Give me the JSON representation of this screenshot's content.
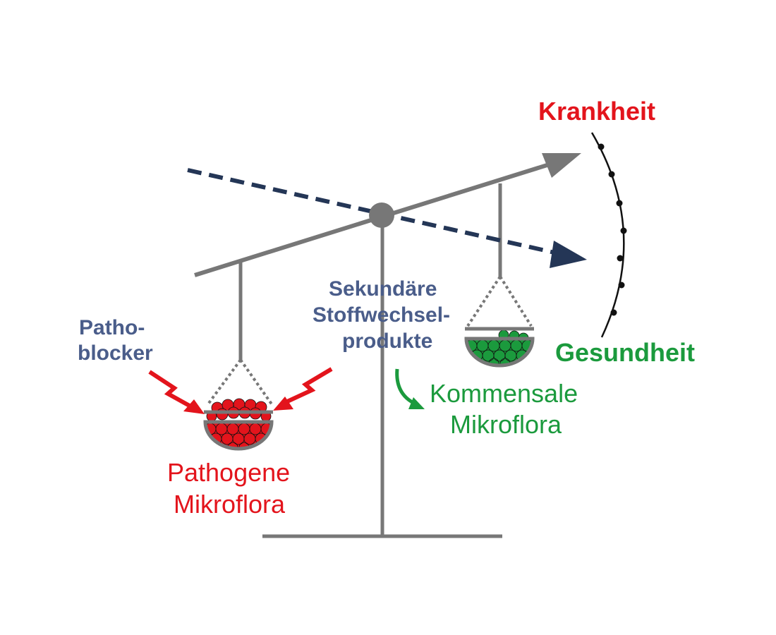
{
  "labels": {
    "disease": "Krankheit",
    "health": "Gesundheit",
    "pathoblocker_line1": "Patho-",
    "pathoblocker_line2": "blocker",
    "metabolites_line1": "Sekundäre",
    "metabolites_line2": "Stoffwechsel-",
    "metabolites_line3": "produkte",
    "commensal_line1": "Kommensale",
    "commensal_line2": "Mikroflora",
    "pathogenic_line1": "Pathogene",
    "pathogenic_line2": "Mikroflora"
  },
  "colors": {
    "red": "#e3141c",
    "green": "#1b9a3d",
    "navy": "#4a5d8a",
    "dark_navy": "#243656",
    "gray": "#777777",
    "black": "#111111"
  },
  "icons": {
    "lightning": "lightning-arrow-icon",
    "pivot": "pivot-circle-icon"
  }
}
